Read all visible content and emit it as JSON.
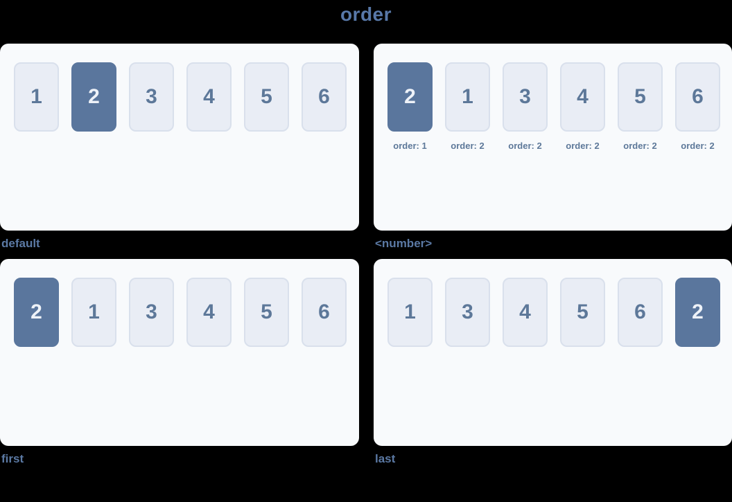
{
  "title": "order",
  "colors": {
    "background": "#000000",
    "panel_bg": "#f8fafc",
    "item_bg": "#e9edf5",
    "item_border": "#d9e0ec",
    "item_text": "#5d7899",
    "highlight_bg": "#5a769d",
    "highlight_text": "#eef2f8",
    "heading_text": "#5878a8",
    "caption_text": "#5b79a4"
  },
  "panels": [
    {
      "caption": "default",
      "items": [
        {
          "label": "1",
          "highlighted": false
        },
        {
          "label": "2",
          "highlighted": true
        },
        {
          "label": "3",
          "highlighted": false
        },
        {
          "label": "4",
          "highlighted": false
        },
        {
          "label": "5",
          "highlighted": false
        },
        {
          "label": "6",
          "highlighted": false
        }
      ]
    },
    {
      "caption": "<number>",
      "items": [
        {
          "label": "2",
          "highlighted": true,
          "order_label": "order: 1"
        },
        {
          "label": "1",
          "highlighted": false,
          "order_label": "order: 2"
        },
        {
          "label": "3",
          "highlighted": false,
          "order_label": "order: 2"
        },
        {
          "label": "4",
          "highlighted": false,
          "order_label": "order: 2"
        },
        {
          "label": "5",
          "highlighted": false,
          "order_label": "order: 2"
        },
        {
          "label": "6",
          "highlighted": false,
          "order_label": "order: 2"
        }
      ]
    },
    {
      "caption": "first",
      "items": [
        {
          "label": "2",
          "highlighted": true
        },
        {
          "label": "1",
          "highlighted": false
        },
        {
          "label": "3",
          "highlighted": false
        },
        {
          "label": "4",
          "highlighted": false
        },
        {
          "label": "5",
          "highlighted": false
        },
        {
          "label": "6",
          "highlighted": false
        }
      ]
    },
    {
      "caption": "last",
      "items": [
        {
          "label": "1",
          "highlighted": false
        },
        {
          "label": "3",
          "highlighted": false
        },
        {
          "label": "4",
          "highlighted": false
        },
        {
          "label": "5",
          "highlighted": false
        },
        {
          "label": "6",
          "highlighted": false
        },
        {
          "label": "2",
          "highlighted": true
        }
      ]
    }
  ]
}
